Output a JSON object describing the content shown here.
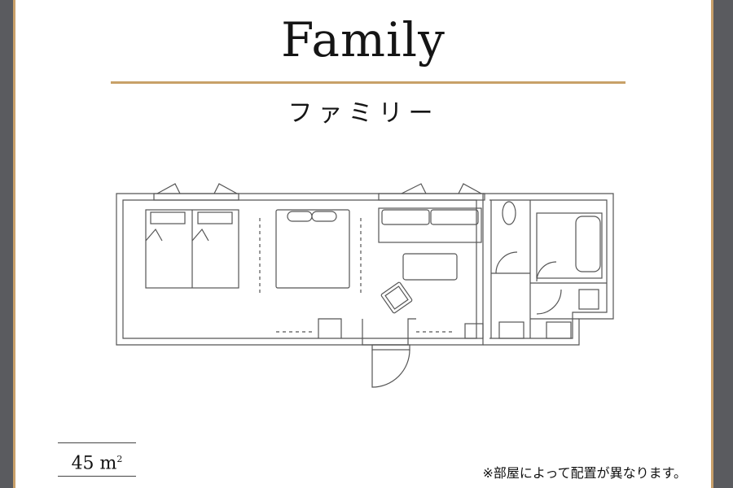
{
  "header": {
    "title": "Family",
    "subtitle": "ファミリー"
  },
  "footer": {
    "area_value": "45 m",
    "area_unit_sup": "2",
    "note": "※部屋によって配置が異なります。"
  },
  "colors": {
    "accent_gold": "#c8a168",
    "line": "#555555",
    "background_frame": "#5a5b5f"
  }
}
